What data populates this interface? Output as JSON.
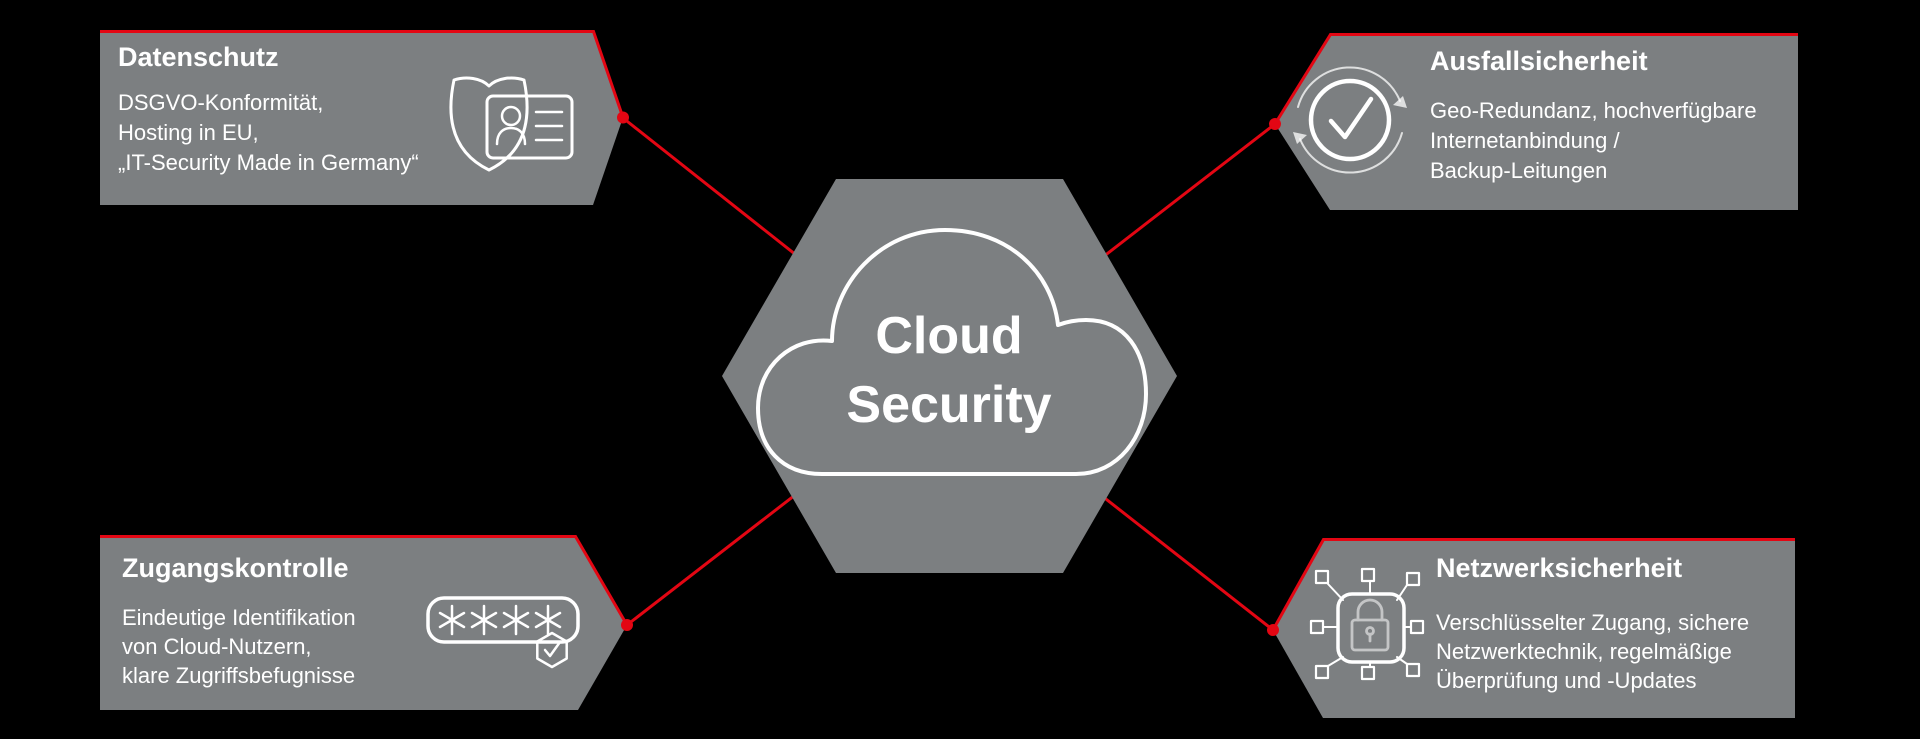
{
  "diagram": {
    "center": {
      "title_line1": "Cloud",
      "title_line2": "Security",
      "shape": "hexagon-with-cloud-outline"
    },
    "boxes": [
      {
        "position": "top-left",
        "title": "Datenschutz",
        "lines": [
          "DSGVO-Konformität,",
          "Hosting in EU,",
          "„IT-Security Made in Germany“"
        ],
        "icon": "shield-id-card"
      },
      {
        "position": "top-right",
        "title": "Ausfallsicherheit",
        "lines": [
          "Geo-Redundanz, hochverfügbare",
          "Internetanbindung /",
          "Backup-Leitungen"
        ],
        "icon": "redundancy-check-circle"
      },
      {
        "position": "bottom-left",
        "title": "Zugangskontrolle",
        "lines": [
          "Eindeutige Identifikation",
          "von Cloud-Nutzern,",
          "klare Zugriffsbefugnisse"
        ],
        "icon": "password-asterisks-check"
      },
      {
        "position": "bottom-right",
        "title": "Netzwerksicherheit",
        "lines": [
          "Verschlüsselter Zugang, sichere",
          "Netzwerktechnik, regelmäßige",
          "Überprüfung und -Updates"
        ],
        "icon": "network-lock"
      }
    ],
    "colors": {
      "background": "#000000",
      "panel": "#7c7f81",
      "accent": "#e30613",
      "text": "#ffffff",
      "icon_stroke": "#ffffff"
    }
  }
}
